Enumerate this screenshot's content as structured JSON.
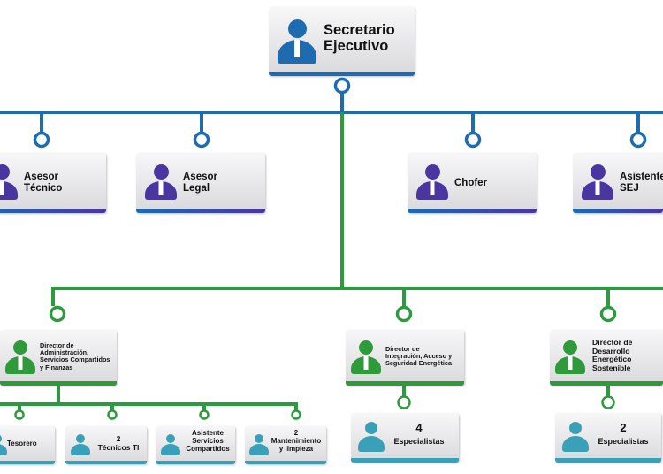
{
  "nodes": {
    "secretario": {
      "label_line1": "Secretario",
      "label_line2": "Ejecutivo"
    },
    "asesor_tecnico": {
      "label_line1": "Asesor",
      "label_line2": "Técnico"
    },
    "asesor_legal": {
      "label_line1": "Asesor",
      "label_line2": "Legal"
    },
    "chofer": {
      "label_line1": "Chofer"
    },
    "asistente_sej": {
      "label_line1": "Asistente",
      "label_line2": "SEJ"
    },
    "director_admin": {
      "label_line1": "Director de",
      "label_line2": "Administración,",
      "label_line3": "Servicios Compartidos",
      "label_line4": "y Finanzas"
    },
    "director_integracion": {
      "label_line1": "Director de",
      "label_line2": "Integración, Acceso y",
      "label_line3": "Seguridad Energética"
    },
    "director_desarrollo": {
      "label_line1": "Director de",
      "label_line2": "Desarrollo",
      "label_line3": "Energético",
      "label_line4": "Sostenible"
    },
    "tesorero": {
      "label_line1": "Tesorero"
    },
    "tecnicos_ti": {
      "count": "2",
      "label": "Técnicos TI"
    },
    "asistente_servicios": {
      "label_line1": "Asistente",
      "label_line2": "Servicios",
      "label_line3": "Compartidos"
    },
    "mantenimiento": {
      "count": "2",
      "label_line1": "Mantenimiento",
      "label_line2": "y limpieza"
    },
    "especialistas_integracion": {
      "count": "4",
      "label": "Especialistas"
    },
    "especialistas_desarrollo": {
      "count": "2",
      "label": "Especialistas"
    }
  },
  "colors": {
    "blue_line": "#1e6bb0",
    "green_line": "#2e9a3f",
    "purple_accent": "#4a36a0",
    "green_accent": "#2f9a3a",
    "teal_accent": "#3aa0b8",
    "box_fill": "#e6e6e8"
  }
}
